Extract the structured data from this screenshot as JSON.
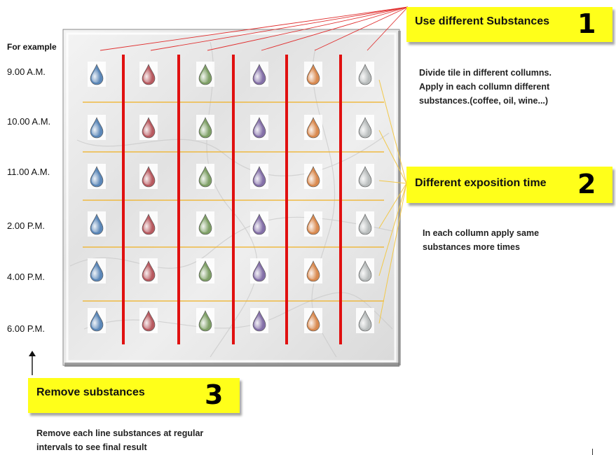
{
  "example_label": "For example",
  "times": [
    "9.00 A.M.",
    "10.00 A.M.",
    "11.00 A.M.",
    "2.00 P.M.",
    "4.00 P.M.",
    "6.00 P.M."
  ],
  "substance_colors": [
    "#5b87b8",
    "#b85a60",
    "#7fa067",
    "#8470a8",
    "#d98a50",
    "#b8bcbc"
  ],
  "callouts": [
    {
      "title": "Use  different Substances",
      "number": "1"
    },
    {
      "title": "Different exposition time",
      "number": "2"
    },
    {
      "title": "Remove substances",
      "number": "3"
    }
  ],
  "descriptions": {
    "step1": [
      "Divide tile in different collumns.",
      "Apply in each collumn different",
      "substances.(coffee, oil, wine...)"
    ],
    "step2": [
      "In each collumn apply same",
      "substances more times"
    ],
    "step3": [
      "Remove each line substances at regular",
      "intervals to see final result"
    ]
  },
  "colors": {
    "callout_yellow": "#ffff1a",
    "divider_red": "#e01010",
    "row_line": "#f0b020",
    "pointer_red": "#e03030",
    "pointer_yellow": "#f2c84a"
  }
}
